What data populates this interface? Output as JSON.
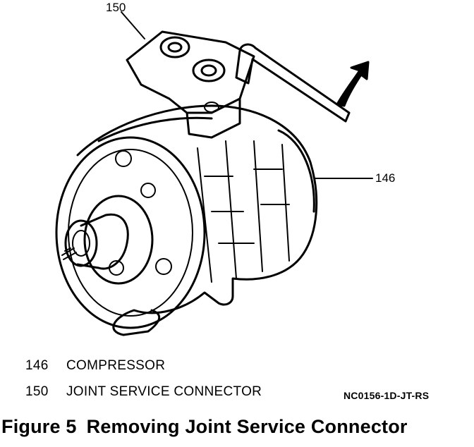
{
  "callouts": {
    "joint_service_connector": "150",
    "compressor": "146"
  },
  "legend": [
    {
      "number": "146",
      "label": "COMPRESSOR"
    },
    {
      "number": "150",
      "label": "JOINT SERVICE CONNECTOR"
    }
  ],
  "figure_code": "NC0156-1D-JT-RS",
  "caption": {
    "figure_label": "Figure 5",
    "title": "Removing Joint Service Connector"
  }
}
